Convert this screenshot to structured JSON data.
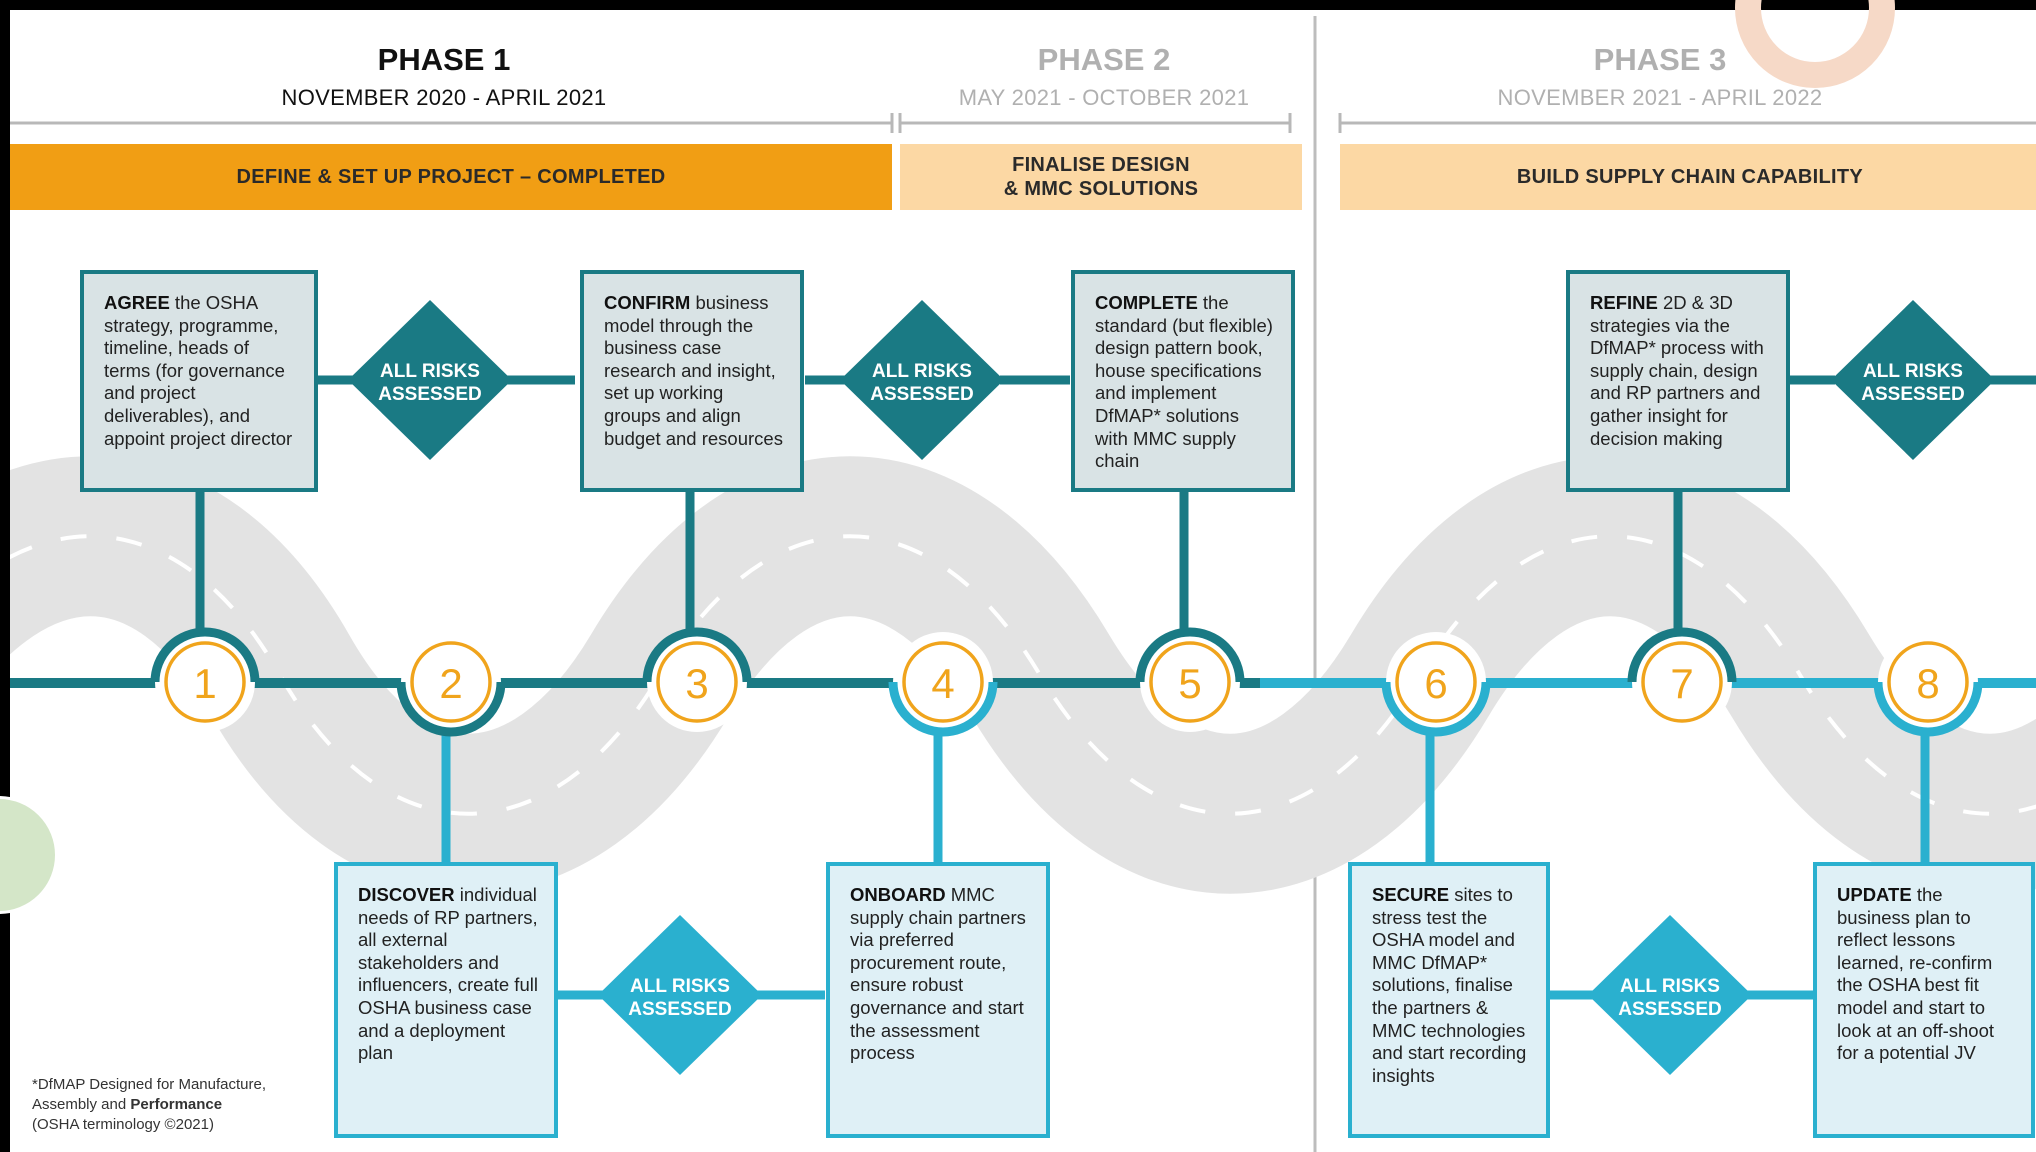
{
  "phases": [
    {
      "title": "PHASE 1",
      "dates": "NOVEMBER 2020 - APRIL 2021"
    },
    {
      "title": "PHASE 2",
      "dates": "MAY 2021 - OCTOBER 2021"
    },
    {
      "title": "PHASE 3",
      "dates": "NOVEMBER 2021 - APRIL 2022"
    }
  ],
  "bands": [
    {
      "label": "DEFINE & SET UP PROJECT – COMPLETED"
    },
    {
      "label_line1": "FINALISE DESIGN",
      "label_line2": "& MMC SOLUTIONS"
    },
    {
      "label": "BUILD SUPPLY CHAIN CAPABILITY"
    }
  ],
  "milestones": [
    "1",
    "2",
    "3",
    "4",
    "5",
    "6",
    "7",
    "8"
  ],
  "risk_label_line1": "ALL RISKS",
  "risk_label_line2": "ASSESSED",
  "steps": [
    {
      "keyword": "AGREE",
      "text": " the OSHA strategy, programme, timeline, heads of terms (for governance and project deliverables), and appoint project director"
    },
    {
      "keyword": "DISCOVER",
      "text": " individual needs of RP partners, all external stakeholders and influencers, create full OSHA business case and a deployment plan"
    },
    {
      "keyword": "CONFIRM",
      "text": " business model through the business case research and insight, set up working groups and align budget and resources"
    },
    {
      "keyword": "ONBOARD",
      "text": " MMC supply chain partners via preferred procurement route, ensure robust governance and start the assessment process"
    },
    {
      "keyword": "COMPLETE",
      "text": " the standard (but flexible) design pattern book, house specifications and implement DfMAP* solutions with MMC supply chain"
    },
    {
      "keyword": "SECURE",
      "text": " sites to stress test the OSHA model and MMC DfMAP* solutions, finalise the partners & MMC technologies and start recording insights"
    },
    {
      "keyword": "REFINE",
      "text": " 2D & 3D strategies via the DfMAP* process with supply chain, design and RP partners and gather insight for decision making"
    },
    {
      "keyword": "UPDATE",
      "text": " the business plan to reflect lessons learned, re-confirm the OSHA best fit model and start to look at an off-shoot for a potential JV"
    }
  ],
  "footnote": {
    "line1": "*DfMAP Designed for Manufacture,",
    "line2_prefix": "Assembly and ",
    "line2_bold": "Performance",
    "line3": "(OSHA terminology ©2021)"
  },
  "colors": {
    "teal_dark": "#1a7a84",
    "teal_light": "#2ab0cf",
    "orange": "#f19e14",
    "peach": "#fcd8a4",
    "road": "#e3e3e3",
    "milestone_ring": "#f0a41c"
  }
}
